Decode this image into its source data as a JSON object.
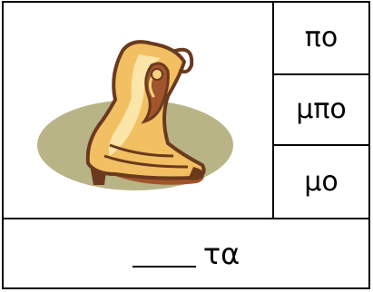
{
  "picture": {
    "icon": "boot-icon",
    "colors": {
      "shadow": "#b8b486",
      "boot_fill": "#f2c063",
      "boot_light": "#fce9b0",
      "boot_outline": "#6b3a1e",
      "boot_dark": "#a2552c"
    }
  },
  "options": [
    {
      "label": "πο"
    },
    {
      "label": "μπο"
    },
    {
      "label": "μο"
    }
  ],
  "word": {
    "suffix": "τα"
  }
}
